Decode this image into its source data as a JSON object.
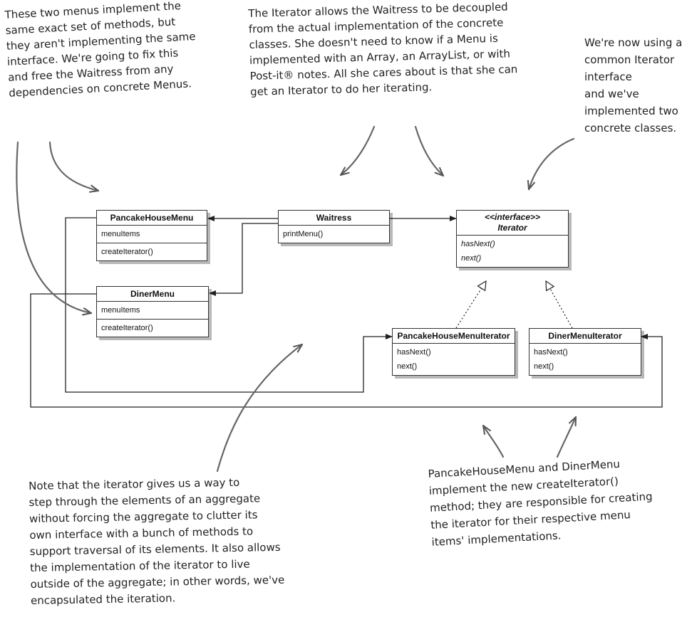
{
  "notes": {
    "top_left": [
      "These two menus implement the",
      "same exact set of methods, but",
      "they aren't implementing the same",
      "interface. We're going to fix this",
      "and free the Waitress from any",
      "dependencies on concrete Menus."
    ],
    "top_center": [
      "The Iterator allows the Waitress to be decoupled",
      "from the actual implementation of the concrete",
      "classes. She doesn't need to know if a Menu is",
      "implemented with an Array, an ArrayList, or with",
      "Post-it® notes. All she cares about is that she can",
      "get an Iterator to do her iterating."
    ],
    "top_right": [
      "We're now using a",
      "common Iterator",
      "interface",
      "and we've",
      "implemented two",
      "concrete classes."
    ],
    "bottom_left": [
      "Note that the iterator gives us a way to",
      "step through the elements of an aggregate",
      "without forcing the aggregate to clutter its",
      "own interface with a bunch of methods to",
      "support traversal of its elements. It also allows",
      "the implementation of the iterator to live",
      "outside of the aggregate; in other words, we've",
      "encapsulated the iteration."
    ],
    "bottom_right": [
      "PancakeHouseMenu and DinerMenu",
      "implement the new createIterator()",
      "method; they are responsible for creating",
      "the iterator for their respective menu",
      "items' implementations."
    ]
  },
  "classes": {
    "pancake_house_menu": {
      "name": "PancakeHouseMenu",
      "field": "menuItems",
      "method": "createIterator()"
    },
    "diner_menu": {
      "name": "DinerMenu",
      "field": "menuItems",
      "method": "createIterator()"
    },
    "waitress": {
      "name": "Waitress",
      "method": "printMenu()"
    },
    "iterator": {
      "stereotype": "<<interface>>",
      "name": "Iterator",
      "methods": [
        "hasNext()",
        "next()"
      ]
    },
    "pancake_house_menu_iterator": {
      "name": "PancakeHouseMenuIterator",
      "methods": [
        "hasNext()",
        "next()"
      ]
    },
    "diner_menu_iterator": {
      "name": "DinerMenuIterator",
      "methods": [
        "hasNext()",
        "next()"
      ]
    }
  },
  "colors": {
    "ink": "#222222",
    "line": "#333333",
    "shadow": "#8a8a8a"
  }
}
